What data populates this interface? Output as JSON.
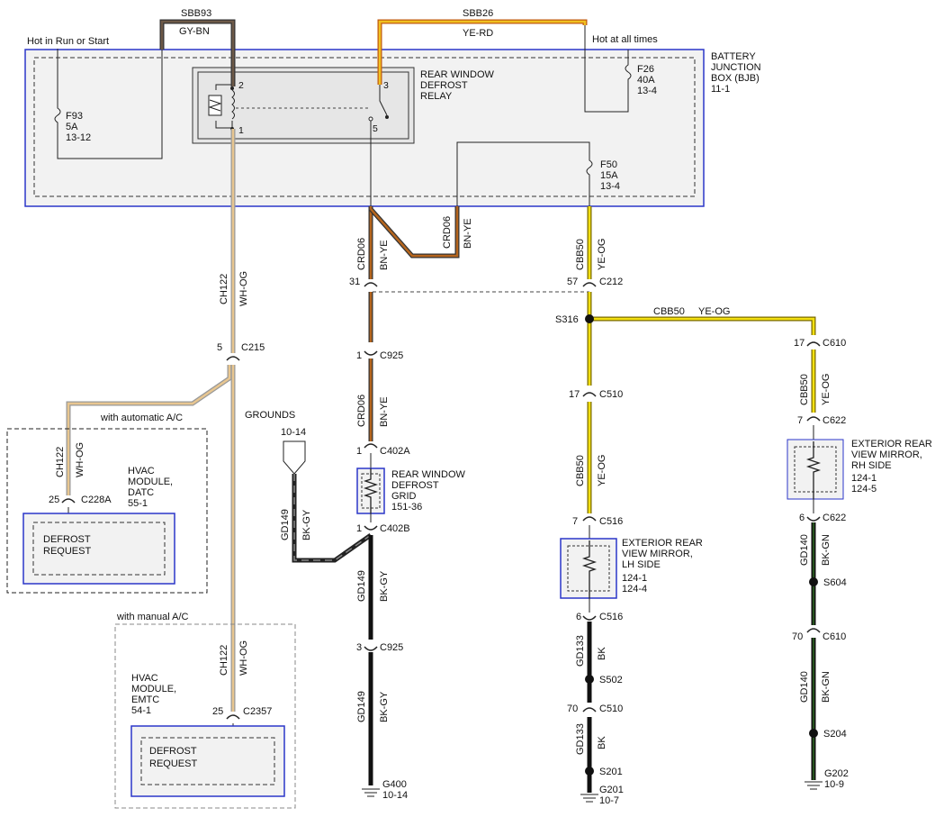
{
  "wires": {
    "sbb93": {
      "circuit": "SBB93",
      "color": "GY-BN",
      "hex": "#6e5a48"
    },
    "sbb26": {
      "circuit": "SBB26",
      "color": "YE-RD",
      "hex": "#f0c020"
    },
    "ch122": {
      "circuit": "CH122",
      "color": "WH-OG",
      "hex": "#e8c690"
    },
    "crd06": {
      "circuit": "CRD06",
      "color": "BN-YE",
      "hex": "#b5651d"
    },
    "cbb50": {
      "circuit": "CBB50",
      "color": "YE-OG",
      "hex": "#f2df10"
    },
    "gd149": {
      "circuit": "GD149",
      "color": "BK-GY"
    },
    "gd133": {
      "circuit": "GD133",
      "color": "BK"
    },
    "gd140": {
      "circuit": "GD140",
      "color": "BK-GN",
      "hex": "#2e6b23"
    }
  },
  "bjb": {
    "title_lines": [
      "BATTERY",
      "JUNCTION",
      "BOX (BJB)",
      "11-1"
    ],
    "hot_run_start": "Hot in Run or Start",
    "hot_all_times": "Hot at all times",
    "relay_lines": [
      "REAR WINDOW",
      "DEFROST",
      "RELAY"
    ],
    "relay_pins": [
      "2",
      "1",
      "3",
      "5"
    ],
    "fuses": [
      {
        "lines": [
          "F93",
          "5A",
          "13-12"
        ]
      },
      {
        "lines": [
          "F26",
          "40A",
          "13-4"
        ]
      },
      {
        "lines": [
          "F50",
          "15A",
          "13-4"
        ]
      }
    ]
  },
  "connectors": {
    "c215": {
      "pin": "5",
      "name": "C215"
    },
    "c228a": {
      "pin": "25",
      "name": "C228A"
    },
    "c2357": {
      "pin": "25",
      "name": "C2357"
    },
    "c31": {
      "pin": "31"
    },
    "c212": {
      "pin": "57",
      "name": "C212"
    },
    "c925a": {
      "pin": "1",
      "name": "C925"
    },
    "c402a": {
      "pin": "1",
      "name": "C402A"
    },
    "c402b": {
      "pin": "1",
      "name": "C402B"
    },
    "c925b": {
      "pin": "3",
      "name": "C925"
    },
    "c510": {
      "pin": "17",
      "name": "C510"
    },
    "c516a": {
      "pin": "7",
      "name": "C516"
    },
    "c516b": {
      "pin": "6",
      "name": "C516"
    },
    "c510b": {
      "pin": "70",
      "name": "C510"
    },
    "c610": {
      "pin": "17",
      "name": "C610"
    },
    "c622a": {
      "pin": "7",
      "name": "C622"
    },
    "c622b": {
      "pin": "6",
      "name": "C622"
    },
    "c610b": {
      "pin": "70",
      "name": "C610"
    }
  },
  "splices": {
    "s316": "S316",
    "s502": "S502",
    "s201": "S201",
    "s604": "S604",
    "s204": "S204"
  },
  "grounds": {
    "label": "GROUNDS",
    "ref": "10-14",
    "g400": [
      "G400",
      "10-14"
    ],
    "g201": [
      "G201",
      "10-7"
    ],
    "g202": [
      "G202",
      "10-9"
    ]
  },
  "components": {
    "grid": [
      "REAR WINDOW",
      "DEFROST",
      "GRID",
      "151-36"
    ],
    "mirror_lh": [
      "EXTERIOR REAR",
      "VIEW MIRROR,",
      "LH SIDE",
      "124-1",
      "124-4"
    ],
    "mirror_rh": [
      "EXTERIOR REAR",
      "VIEW MIRROR,",
      "RH SIDE",
      "124-1",
      "124-5"
    ],
    "hvac_datc": [
      "HVAC",
      "MODULE,",
      "DATC",
      "55-1"
    ],
    "hvac_emtc": [
      "HVAC",
      "MODULE,",
      "EMTC",
      "54-1"
    ],
    "defrost_request": [
      "DEFROST",
      "REQUEST"
    ],
    "with_auto_ac": "with automatic A/C",
    "with_manual_ac": "with manual A/C"
  }
}
